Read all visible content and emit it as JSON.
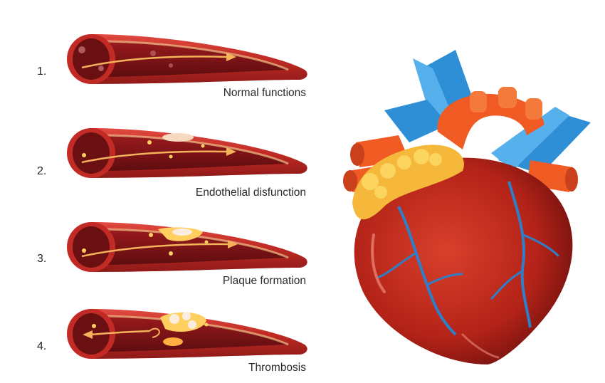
{
  "stages": [
    {
      "number": "1.",
      "caption": "Normal functions"
    },
    {
      "number": "2.",
      "caption": "Endothelial disfunction"
    },
    {
      "number": "3.",
      "caption": "Plaque formation"
    },
    {
      "number": "4.",
      "caption": "Thrombosis"
    }
  ],
  "colors": {
    "vessel_outer": "#c9302c",
    "vessel_inner": "#7a1216",
    "plaque": "#ffd060",
    "arrow": "#f4b35a",
    "heart": "#c52c1f",
    "aorta": "#f05a23",
    "vein": "#2e8fd6",
    "fat": "#f5b83a"
  }
}
